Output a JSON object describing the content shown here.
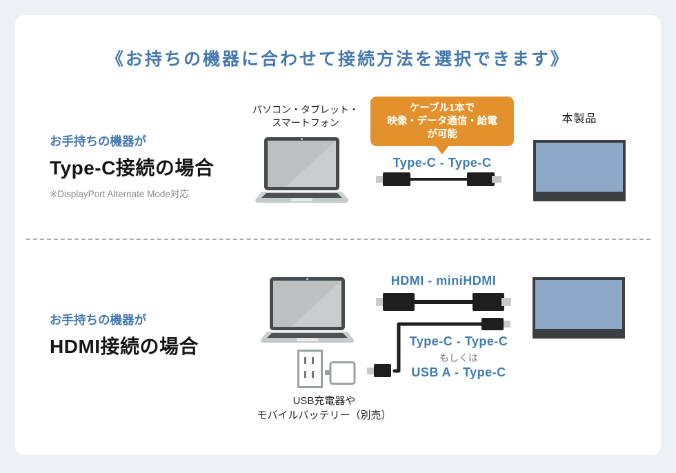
{
  "page": {
    "title": "《お持ちの機器に合わせて接続方法を選択できます》"
  },
  "colors": {
    "background": "#EDF1F6",
    "card": "#FFFFFF",
    "accent_blue": "#4579AD",
    "cable_label_blue": "#3E7CB1",
    "callout_orange": "#E2912C",
    "monitor_screen_blue": "#8EA9C8",
    "note_gray": "#8A8A8A"
  },
  "typec_section": {
    "intro": "お手持ちの機器が",
    "heading": "Type-C接続の場合",
    "note": "※DisplayPort Alternate Mode対応",
    "device_label": {
      "line1": "パソコン・タブレット・",
      "line2": "スマートフォン"
    },
    "callout": {
      "line1": "ケーブル1本で",
      "line2": "映像・データ通信・給電",
      "line3": "が可能"
    },
    "cable_label": "Type-C - Type-C",
    "product_label": "本製品"
  },
  "hdmi_section": {
    "intro": "お手持ちの機器が",
    "heading": "HDMI接続の場合",
    "hdmi_cable_label": "HDMI - miniHDMI",
    "typec_cable_label": "Type-C - Type-C",
    "or_text": "もしくは",
    "usba_cable_label": "USB A - Type-C",
    "charger_label": {
      "line1": "USB充電器や",
      "line2": "モバイルバッテリー（別売）"
    }
  },
  "icons": {
    "laptop": "laptop-icon",
    "monitor": "monitor-icon",
    "typec_cable": "usb-c-cable-icon",
    "hdmi_cable": "hdmi-cable-icon",
    "usb_power_cable": "usb-power-cable-icon",
    "outlet": "power-outlet-icon",
    "charger": "usb-charger-icon"
  }
}
